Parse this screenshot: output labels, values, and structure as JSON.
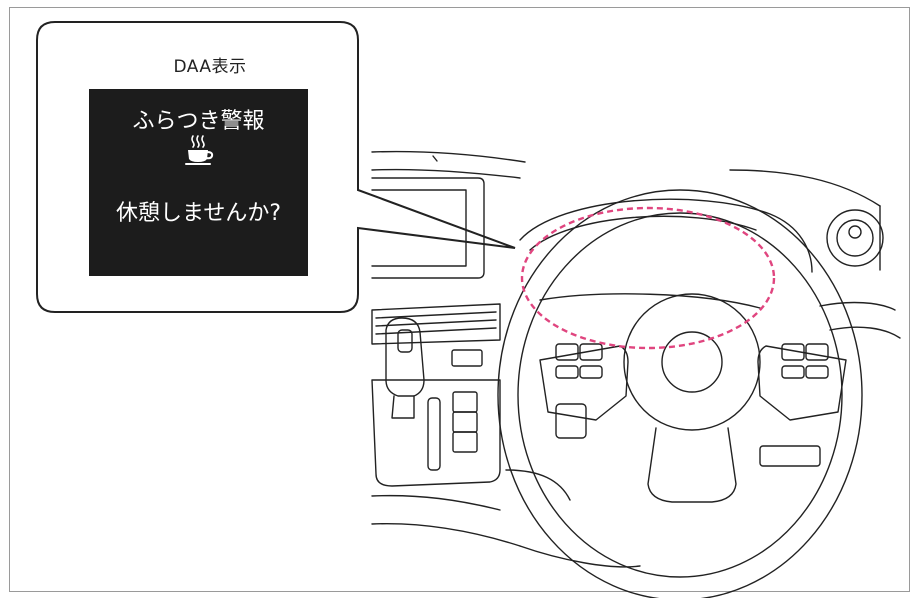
{
  "callout": {
    "title": "DAA表示",
    "warning_title": "ふらつき警報",
    "message": "休憩しませんか?",
    "icon": "coffee-cup-icon"
  },
  "colors": {
    "highlight": "#e0457f",
    "screen_bg": "#1c1c1c",
    "line": "#222222"
  }
}
